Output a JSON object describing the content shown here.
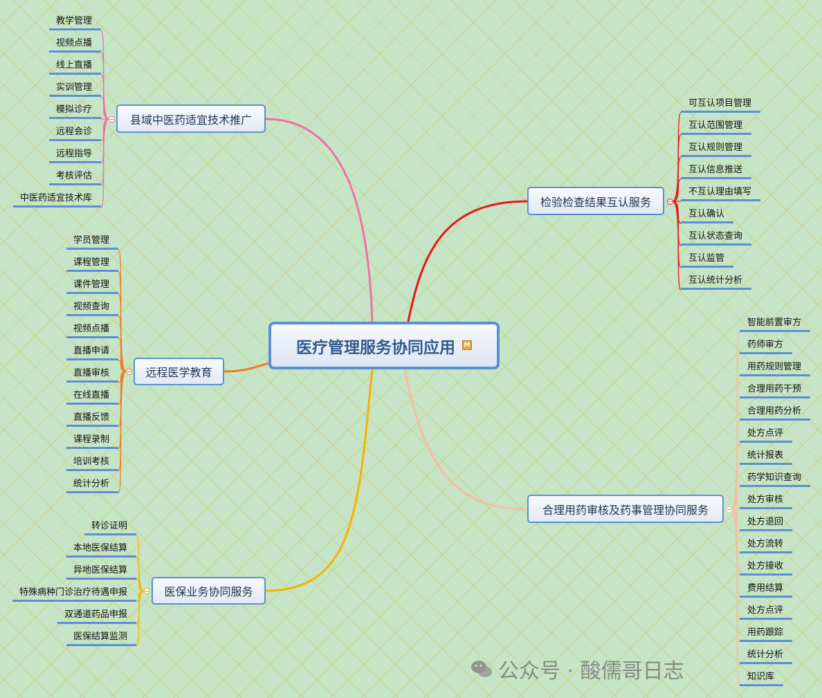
{
  "center": {
    "label": "医疗管理服务协同应用",
    "memo_icon": "M"
  },
  "branches": [
    {
      "id": "b1",
      "label": "县域中医药适宜技术推广",
      "color": "#f46ea8",
      "leaves": [
        "教学管理",
        "视频点播",
        "线上直播",
        "实训管理",
        "模拟诊疗",
        "远程会诊",
        "远程指导",
        "考核评估",
        "中医药适宜技术库"
      ]
    },
    {
      "id": "b2",
      "label": "远程医学教育",
      "color": "#f47a20",
      "leaves": [
        "学员管理",
        "课程管理",
        "课件管理",
        "视频查询",
        "视频点播",
        "直播申请",
        "直播审核",
        "在线直播",
        "直播反馈",
        "课程录制",
        "培训考核",
        "统计分析"
      ]
    },
    {
      "id": "b3",
      "label": "医保业务协同服务",
      "color": "#f5b400",
      "leaves": [
        "转诊证明",
        "本地医保结算",
        "异地医保结算",
        "特殊病种门诊治疗待遇申报",
        "双通道药品申报",
        "医保结算监测"
      ]
    },
    {
      "id": "b4",
      "label": "检验检查结果互认服务",
      "color": "#e8141b",
      "leaves": [
        "可互认项目管理",
        "互认范围管理",
        "互认规则管理",
        "互认信息推送",
        "不互认理由填写",
        "互认确认",
        "互认状态查询",
        "互认监管",
        "互认统计分析"
      ]
    },
    {
      "id": "b5",
      "label": "合理用药审核及药事管理协同服务",
      "color": "#f6bfa3",
      "leaves": [
        "智能前置审方",
        "药师审方",
        "用药规则管理",
        "合理用药干预",
        "合理用药分析",
        "处方点评",
        "统计报表",
        "药学知识查询",
        "处方审核",
        "处方退回",
        "处方流转",
        "处方接收",
        "费用结算",
        "处方点评",
        "用药跟踪",
        "统计分析",
        "知识库"
      ]
    }
  ],
  "watermark": {
    "text": "公众号 · 酸儒哥日志",
    "icon": "wechat-icon"
  }
}
